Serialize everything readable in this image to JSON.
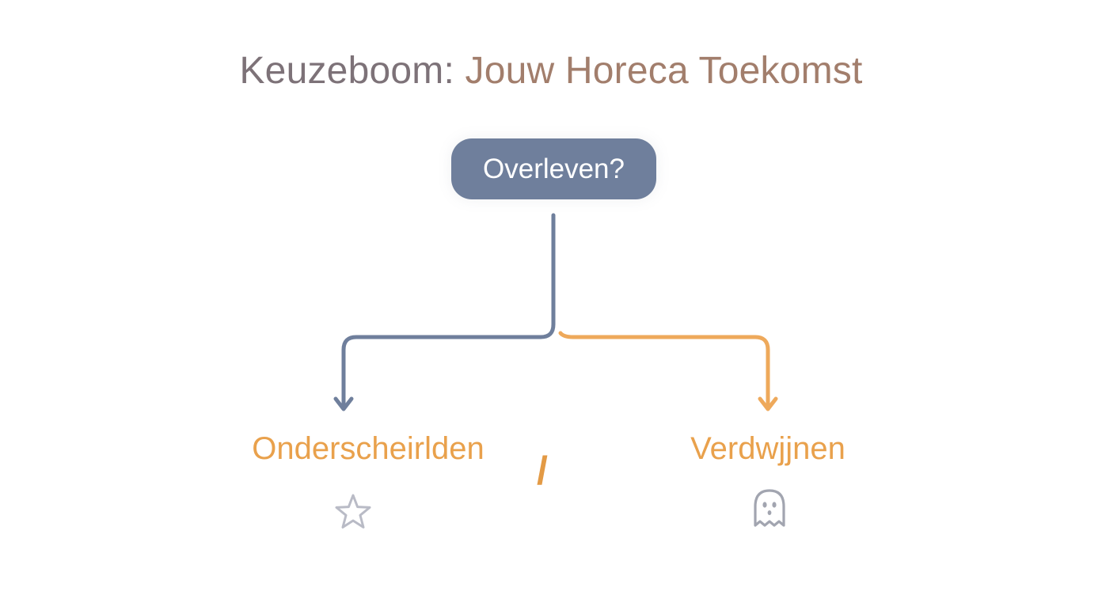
{
  "title": {
    "part_a": "Keuzeboom:",
    "part_b": "Jouw Horeca Toekomst"
  },
  "root": {
    "label": "Overleven?"
  },
  "branches": [
    {
      "label": "Onderscheirlden",
      "icon": "star-icon",
      "color": "#6f7f9c"
    },
    {
      "label": "Verdwjjnen",
      "icon": "ghost-icon",
      "color": "#e9a14c"
    }
  ],
  "separator": "/",
  "colors": {
    "node_fill": "#6f7f9c",
    "accent_orange": "#e9a14c",
    "icon_grey": "#a7a9b4"
  }
}
